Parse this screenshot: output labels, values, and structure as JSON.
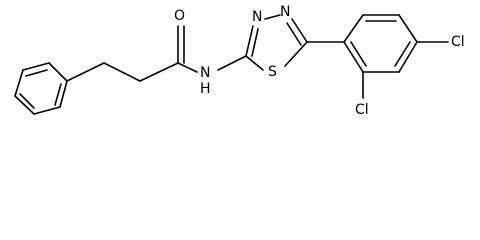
{
  "molecule": {
    "labels": {
      "oxygen": "O",
      "amide_nitrogen": "N",
      "amide_hydrogen": "H",
      "ring_nitrogen_1": "N",
      "ring_nitrogen_2": "N",
      "sulfur": "S",
      "chlorine_ortho": "Cl",
      "chlorine_para": "Cl"
    },
    "colors": {
      "bond": "#000000",
      "label": "#000000",
      "background": "#ffffff"
    }
  }
}
